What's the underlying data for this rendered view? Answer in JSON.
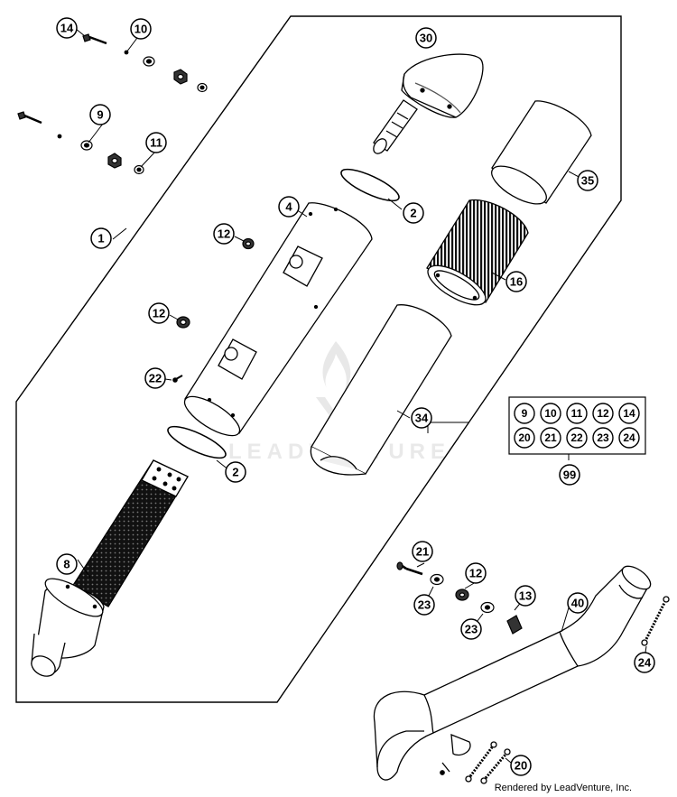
{
  "diagram": {
    "callouts": {
      "c1": "1",
      "c2a": "2",
      "c2b": "2",
      "c4": "4",
      "c8": "8",
      "c9": "9",
      "c10": "10",
      "c11": "11",
      "c12a": "12",
      "c12b": "12",
      "c12c": "12",
      "c13": "13",
      "c14": "14",
      "c16": "16",
      "c20": "20",
      "c21": "21",
      "c22": "22",
      "c23a": "23",
      "c23b": "23",
      "c24": "24",
      "c30": "30",
      "c34": "34",
      "c35": "35",
      "c40": "40",
      "c99": "99"
    },
    "kit_box": {
      "row1": [
        "9",
        "10",
        "11",
        "12",
        "14"
      ],
      "row2": [
        "20",
        "21",
        "22",
        "23",
        "24"
      ]
    },
    "watermark": "LEADVENTURE",
    "credit": "Rendered by LeadVenture, Inc."
  }
}
